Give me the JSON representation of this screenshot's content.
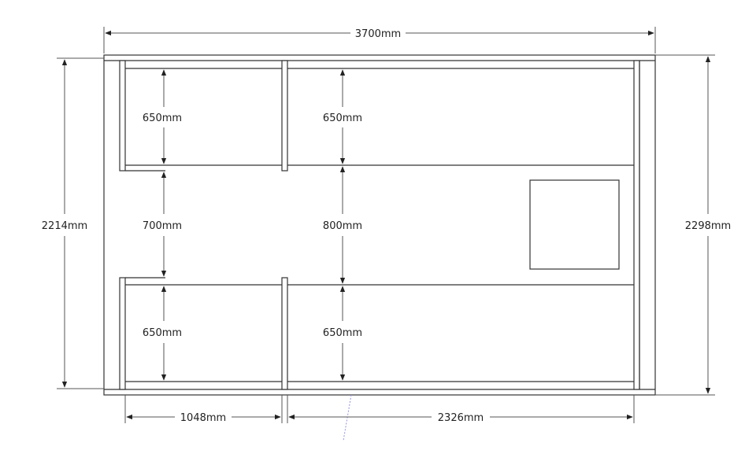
{
  "dimensions": {
    "total_width": "3700mm",
    "left_height": "2214mm",
    "right_height": "2298mm",
    "left_top": "650mm",
    "right_top": "650mm",
    "left_middle": "700mm",
    "right_middle": "800mm",
    "left_bottom": "650mm",
    "right_bottom": "650mm",
    "bottom_left_width": "1048mm",
    "bottom_right_width": "2326mm"
  },
  "colors": {
    "stroke": "#333333",
    "background": "#ffffff"
  }
}
